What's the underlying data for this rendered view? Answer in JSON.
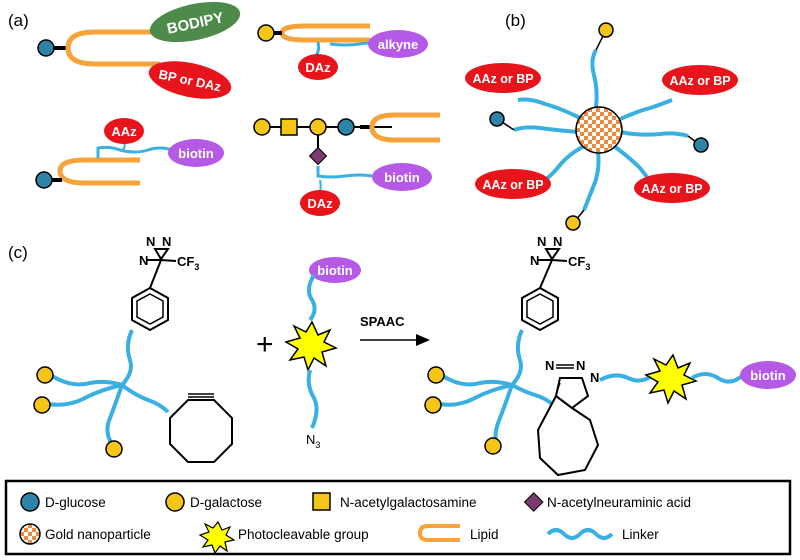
{
  "panels": {
    "a": "(a)",
    "b": "(b)",
    "c": "(c)"
  },
  "tags": {
    "bodipy": "BODIPY",
    "bp_or_daz": "BP or DAz",
    "daz": "DAz",
    "alkyne": "alkyne",
    "aaz": "AAz",
    "biotin": "biotin",
    "aaz_or_bp": "AAz or BP"
  },
  "chem": {
    "n": "N",
    "cf3": "CF",
    "cf3_sub": "3",
    "n3": "N",
    "n3_sub": "3"
  },
  "reaction": {
    "label": "SPAAC",
    "plus": "+"
  },
  "legend": {
    "glucose": "D-glucose",
    "galactose": "D-galactose",
    "galnac": "N-acetylgalactosamine",
    "neu5ac": "N-acetylneuraminic acid",
    "gold": "Gold nanoparticle",
    "photocleavable": "Photocleavable group",
    "lipid": "Lipid",
    "linker": "Linker"
  },
  "colors": {
    "glucose": "#2e84a8",
    "galactose": "#f5c518",
    "galnac": "#f5c518",
    "neu5ac": "#7d3a6e",
    "lipid": "#f5a33a",
    "linker": "#3ab0e0",
    "red_tag": "#e8141b",
    "purple_tag": "#b45ae6",
    "green_tag": "#4e8a4a",
    "gold_orange": "#f08a3c",
    "star_yellow": "#ffff00"
  }
}
